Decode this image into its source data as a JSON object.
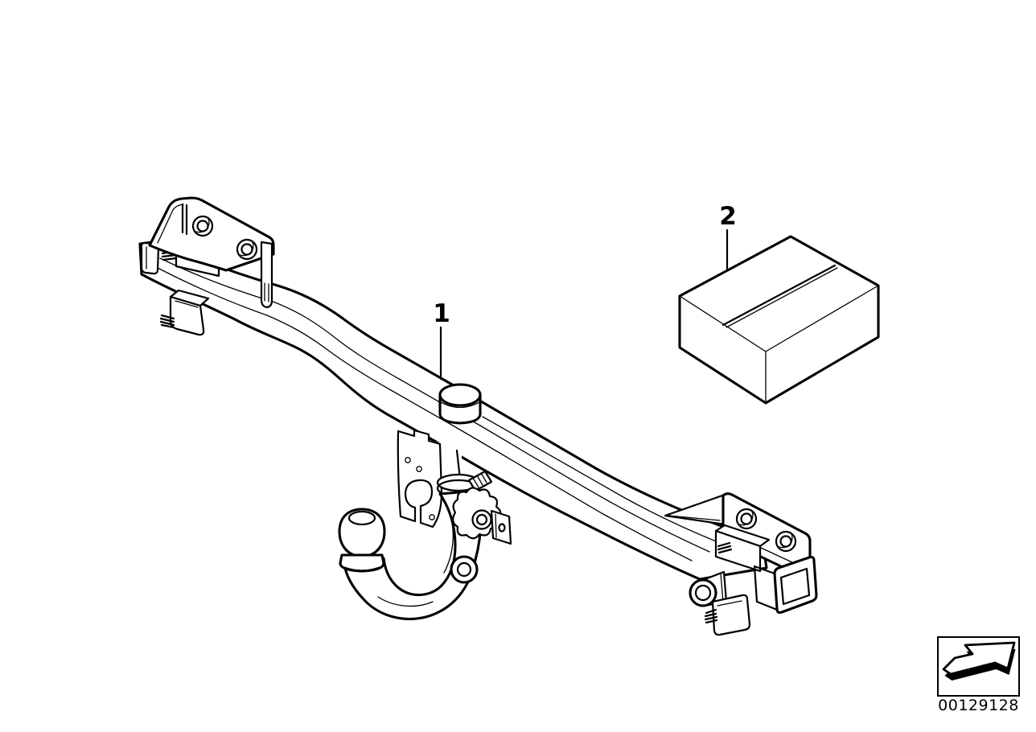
{
  "page": {
    "background_color": "#ffffff",
    "line_color": "#000000"
  },
  "diagram": {
    "callouts": [
      {
        "label": "1"
      },
      {
        "label": "2"
      }
    ]
  },
  "footer": {
    "part_number": "00129128",
    "icon": "direction-arrow-icon"
  }
}
